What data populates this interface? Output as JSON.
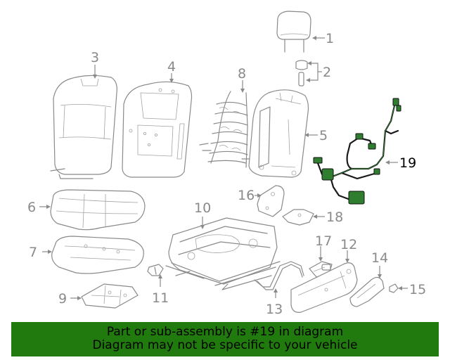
{
  "diagram": {
    "callouts": {
      "c1": "1",
      "c2": "2",
      "c3": "3",
      "c4": "4",
      "c5": "5",
      "c6": "6",
      "c7": "7",
      "c8": "8",
      "c9": "9",
      "c10": "10",
      "c11": "11",
      "c12": "12",
      "c13": "13",
      "c14": "14",
      "c15": "15",
      "c16": "16",
      "c17": "17",
      "c18": "18",
      "c19": "19"
    },
    "highlighted_part": "19",
    "colors": {
      "part_stroke": "#8a8a8a",
      "harness": "#2f7d2f",
      "banner": "#217a0e"
    }
  },
  "banner": {
    "line1": "Part or sub-assembly is #19 in diagram",
    "line2": "Diagram may not be specific to your vehicle"
  }
}
